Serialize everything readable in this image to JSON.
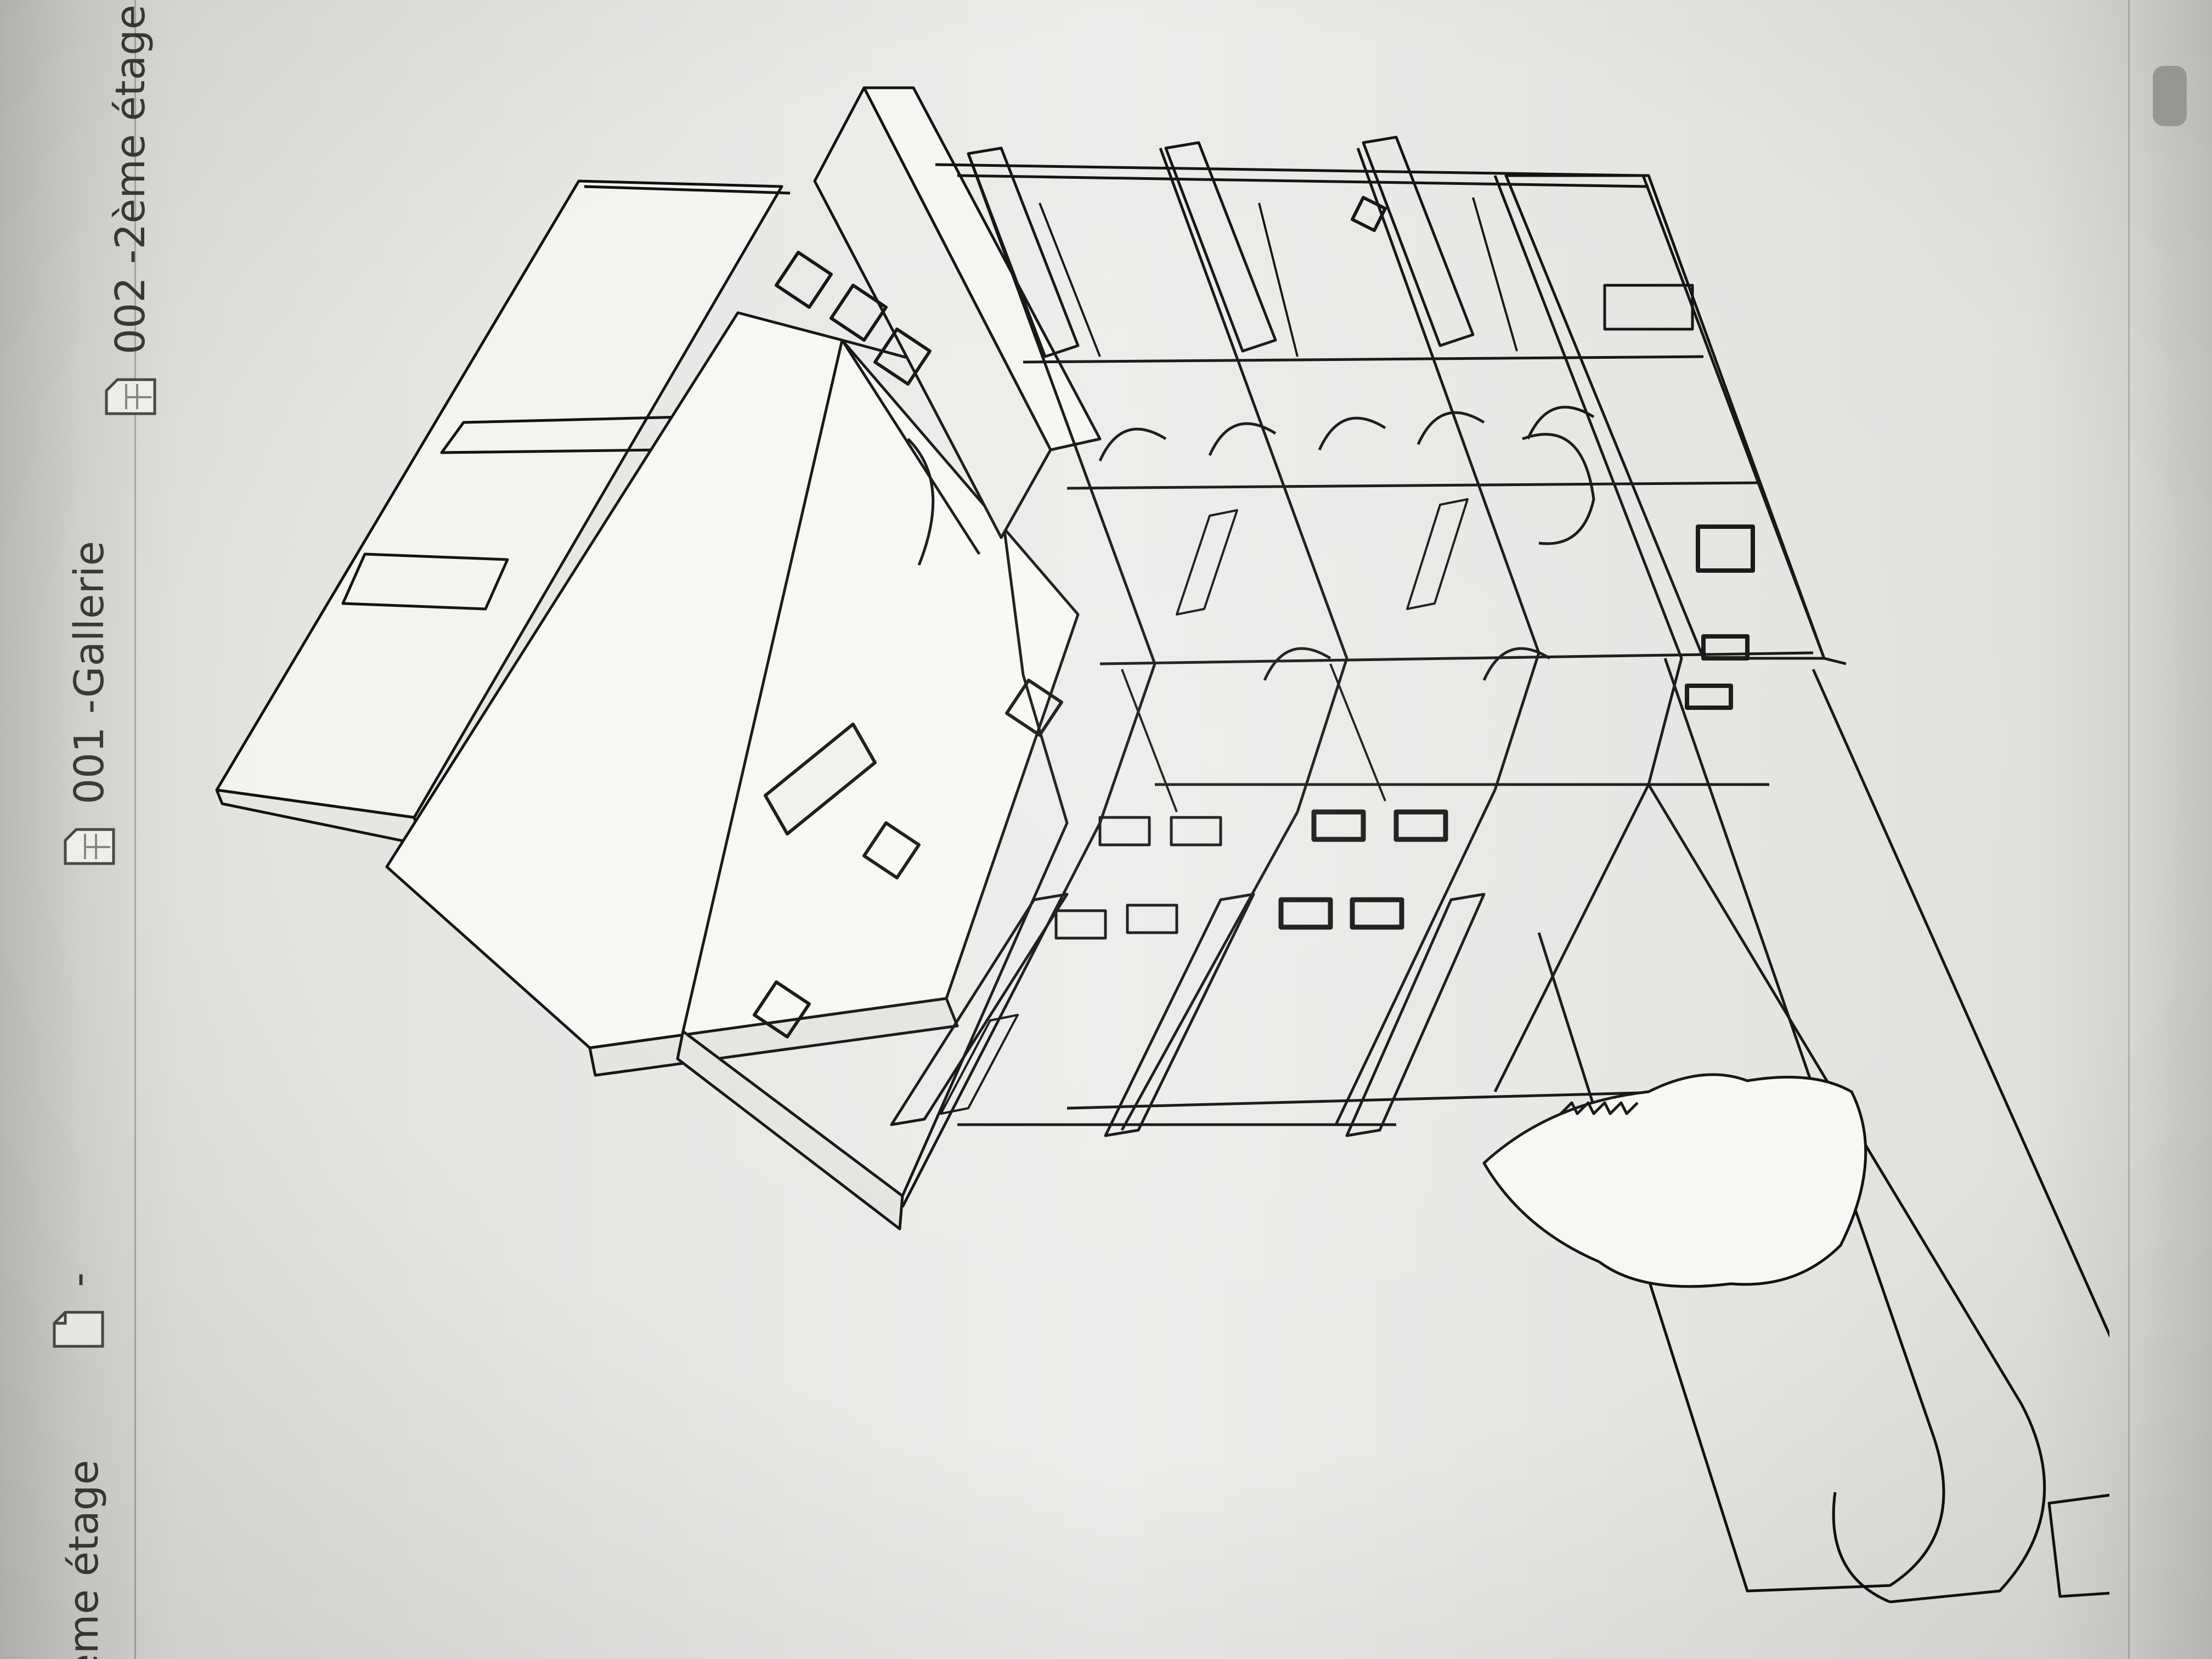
{
  "tabs": [
    {
      "label": "ème étage",
      "icon": "document-icon"
    },
    {
      "label": "-",
      "icon": "document-icon"
    },
    {
      "label": "001 -Gallerie",
      "icon": "floor-plan-icon"
    },
    {
      "label": "002 -2ème étage",
      "icon": "floor-plan-icon"
    }
  ],
  "drawing": {
    "subject": "axonometric-building-view",
    "line_color": "#111111",
    "paper_color": "#f2f2ef"
  }
}
